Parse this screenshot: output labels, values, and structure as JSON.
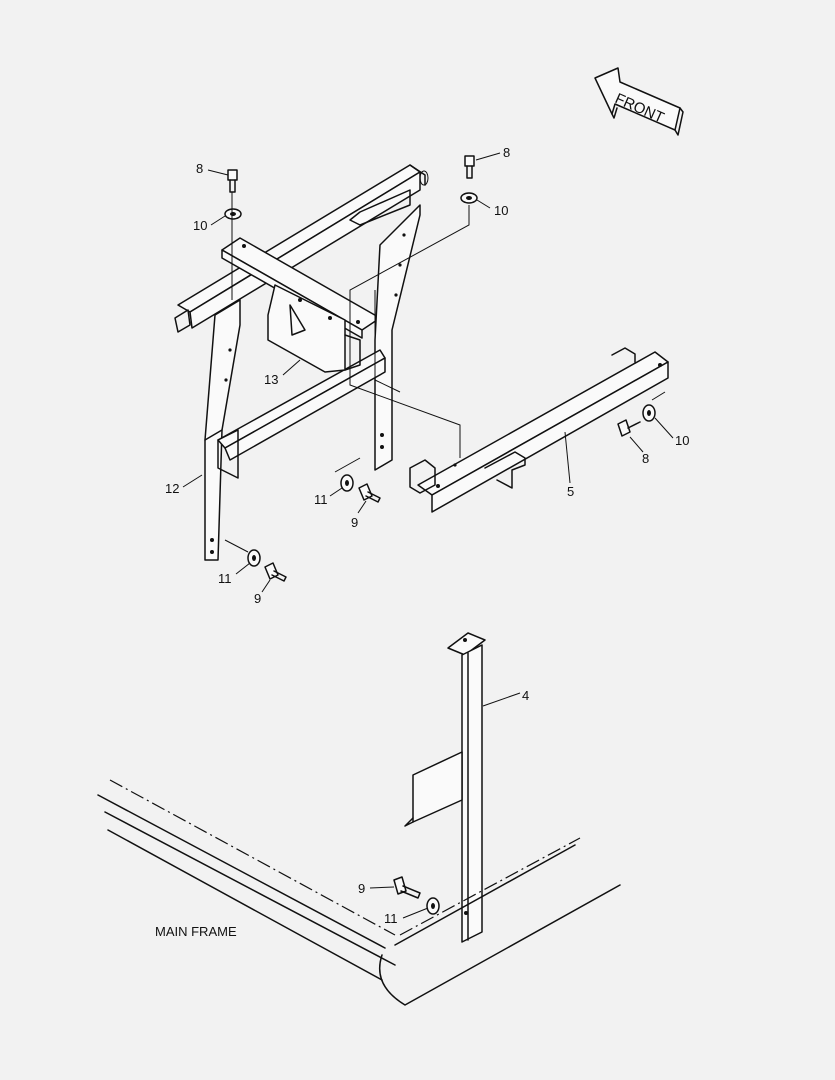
{
  "direction_label": "FRONT",
  "frame_label": "MAIN FRAME",
  "callouts": [
    {
      "id": "c8a",
      "text": "8"
    },
    {
      "id": "c10a",
      "text": "10"
    },
    {
      "id": "c8b",
      "text": "8"
    },
    {
      "id": "c10b",
      "text": "10"
    },
    {
      "id": "c13",
      "text": "13"
    },
    {
      "id": "c12",
      "text": "12"
    },
    {
      "id": "c11a",
      "text": "11"
    },
    {
      "id": "c9a",
      "text": "9"
    },
    {
      "id": "c11b",
      "text": "11"
    },
    {
      "id": "c9b",
      "text": "9"
    },
    {
      "id": "c5",
      "text": "5"
    },
    {
      "id": "c10c",
      "text": "10"
    },
    {
      "id": "c8c",
      "text": "8"
    },
    {
      "id": "c4",
      "text": "4"
    },
    {
      "id": "c9c",
      "text": "9"
    },
    {
      "id": "c11c",
      "text": "11"
    }
  ]
}
